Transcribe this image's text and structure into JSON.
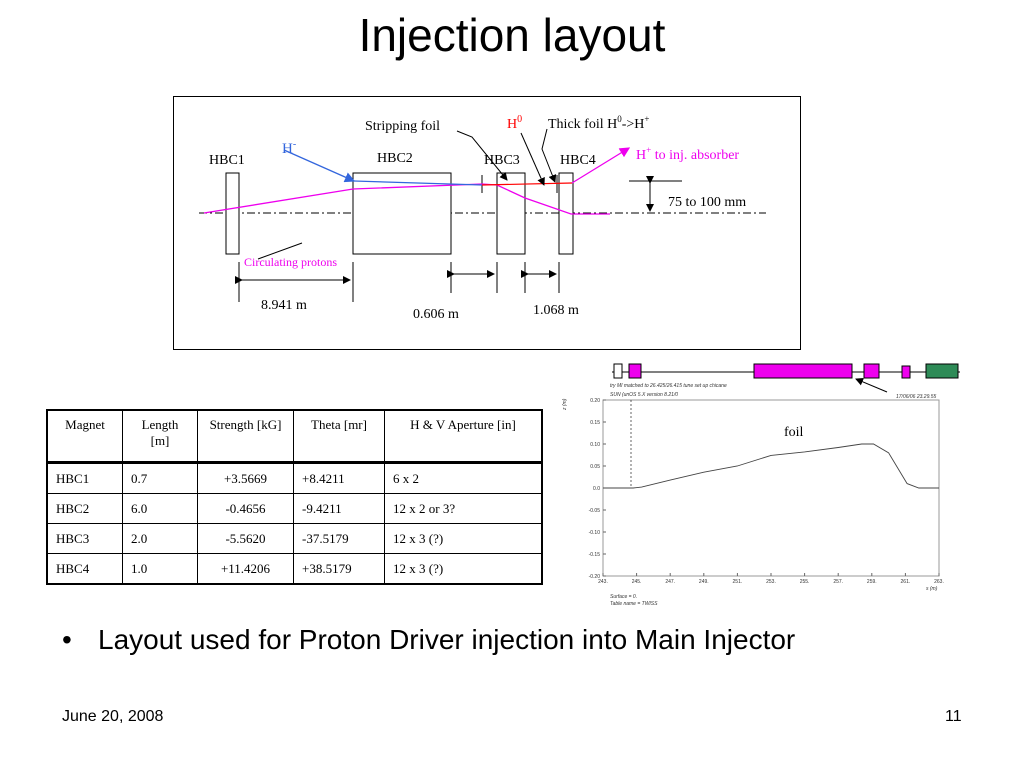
{
  "slide": {
    "title": "Injection layout",
    "bullet": "Layout used for Proton Driver injection into Main Injector",
    "date": "June 20, 2008",
    "page": "11"
  },
  "layout": {
    "hbc1": "HBC1",
    "hbc2": "HBC2",
    "hbc3": "HBC3",
    "hbc4": "HBC4",
    "stripping_foil": "Stripping foil",
    "h_minus": "H",
    "h_minus_sup": "-",
    "h0": "H",
    "h0_sup": "0",
    "thick_foil": "Thick foil H",
    "thick_foil_sup1": "0",
    "thick_foil_mid": "->H",
    "thick_foil_sup2": "+",
    "hplus_absorber": "H",
    "hplus_sup": "+",
    "hplus_rest": " to inj. absorber",
    "offset": "75 to 100 mm",
    "circulating": "Circulating protons",
    "dim1": "8.941 m",
    "dim2": "0.606 m",
    "dim3": "1.068 m",
    "colors": {
      "h_minus": "#3366dd",
      "h0": "#ff0000",
      "protons": "#ee00ee"
    }
  },
  "table": {
    "headers": [
      "Magnet",
      "Length [m]",
      "Strength [kG]",
      "Theta [mr]",
      "H & V Aperture [in]"
    ],
    "rows": [
      [
        "HBC1",
        "0.7",
        "+3.5669",
        "+8.4211",
        "6 x 2"
      ],
      [
        "HBC2",
        "6.0",
        "-0.4656",
        "-9.4211",
        "12 x 2 or 3?"
      ],
      [
        "HBC3",
        "2.0",
        "-5.5620",
        "-37.5179",
        "12 x 3 (?)"
      ],
      [
        "HBC4",
        "1.0",
        "+11.4206",
        "+38.5179",
        "12 x 3 (?)"
      ]
    ]
  },
  "plot": {
    "header1": "try MI matched to 26.425/26.415 tune set up chicane",
    "header2": "SUN (unOS 5.X version 8.21/0",
    "header3": "17/06/06 23.29.55",
    "ylabel": "z (m)",
    "xlabel": "s (m)",
    "foil_label": "foil",
    "footer1": "Surface = 0.",
    "footer2": "Table name = TWISS",
    "yticks": [
      "0.20",
      "0.15",
      "0.10",
      "0.05",
      "0.0",
      "-0.05",
      "-0.10",
      "-0.15",
      "-0.20"
    ],
    "xticks": [
      "243.",
      "245.",
      "247.",
      "249.",
      "251.",
      "253.",
      "255.",
      "257.",
      "259.",
      "261.",
      "263."
    ]
  },
  "chart_data": {
    "type": "line",
    "xlabel": "s (m)",
    "ylabel": "z (m)",
    "xlim": [
      243,
      263
    ],
    "ylim": [
      -0.2,
      0.2
    ],
    "x": [
      243,
      244.8,
      245.3,
      247,
      249,
      251,
      253,
      255,
      257,
      258.4,
      259.1,
      260,
      261.1,
      261.8,
      263
    ],
    "values": [
      0.0,
      0.0,
      0.002,
      0.018,
      0.036,
      0.05,
      0.074,
      0.082,
      0.092,
      0.1,
      0.1,
      0.08,
      0.01,
      0.0,
      0.0
    ]
  }
}
